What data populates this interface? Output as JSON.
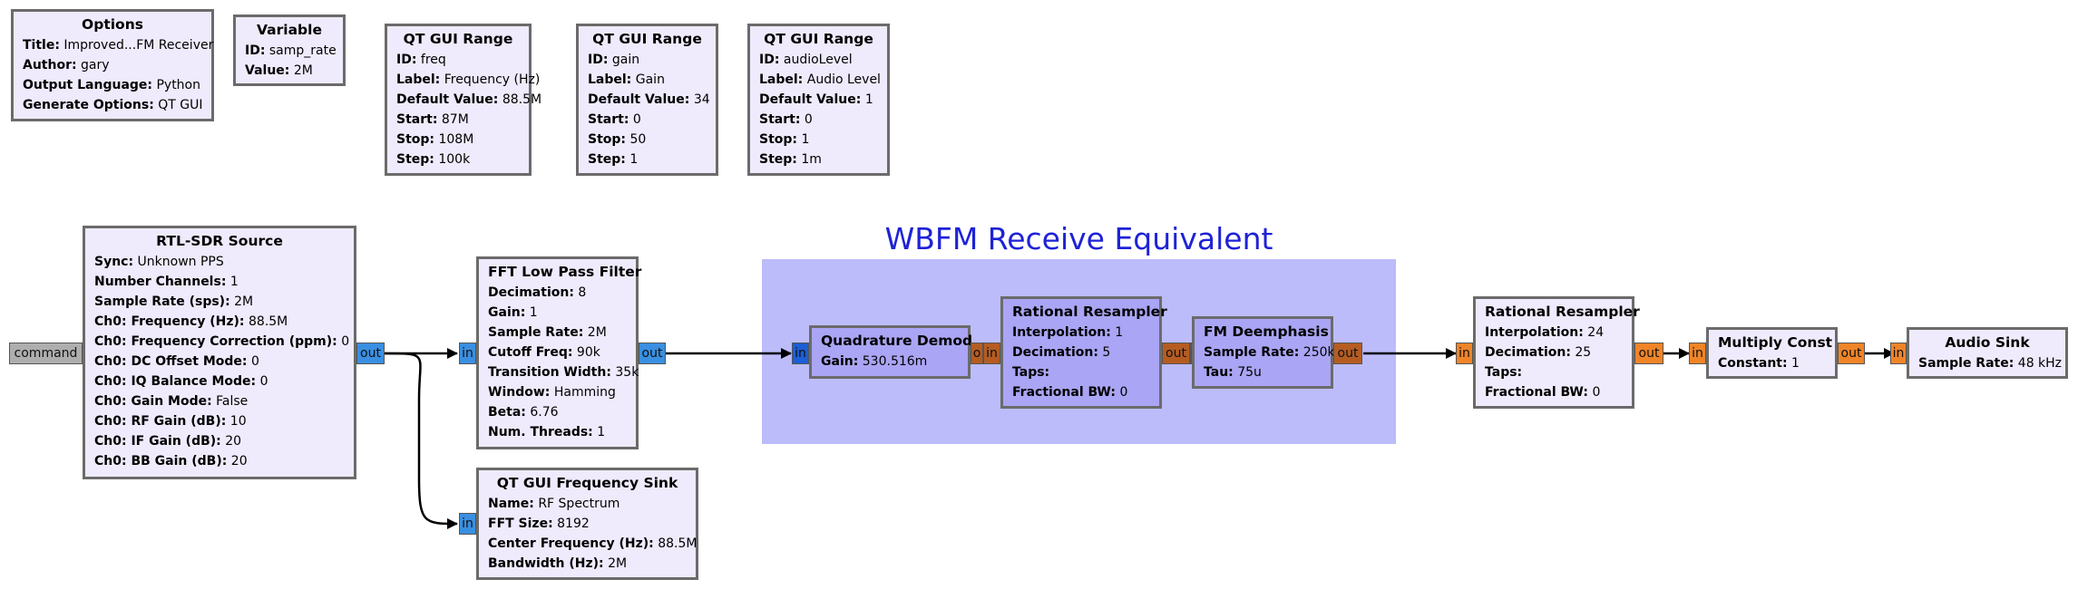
{
  "group": {
    "title": "WBFM Receive Equivalent"
  },
  "blocks": {
    "options": {
      "title": "Options",
      "rows": [
        {
          "k": "Title:",
          "v": "Improved...FM Receiver"
        },
        {
          "k": "Author:",
          "v": "gary"
        },
        {
          "k": "Output Language:",
          "v": "Python"
        },
        {
          "k": "Generate Options:",
          "v": "QT GUI"
        }
      ]
    },
    "variable": {
      "title": "Variable",
      "rows": [
        {
          "k": "ID:",
          "v": "samp_rate"
        },
        {
          "k": "Value:",
          "v": "2M"
        }
      ]
    },
    "range_freq": {
      "title": "QT GUI Range",
      "rows": [
        {
          "k": "ID:",
          "v": "freq"
        },
        {
          "k": "Label:",
          "v": "Frequency (Hz)"
        },
        {
          "k": "Default Value:",
          "v": "88.5M"
        },
        {
          "k": "Start:",
          "v": "87M"
        },
        {
          "k": "Stop:",
          "v": "108M"
        },
        {
          "k": "Step:",
          "v": "100k"
        }
      ]
    },
    "range_gain": {
      "title": "QT GUI Range",
      "rows": [
        {
          "k": "ID:",
          "v": "gain"
        },
        {
          "k": "Label:",
          "v": "Gain"
        },
        {
          "k": "Default Value:",
          "v": "34"
        },
        {
          "k": "Start:",
          "v": "0"
        },
        {
          "k": "Stop:",
          "v": "50"
        },
        {
          "k": "Step:",
          "v": "1"
        }
      ]
    },
    "range_audio": {
      "title": "QT GUI Range",
      "rows": [
        {
          "k": "ID:",
          "v": "audioLevel"
        },
        {
          "k": "Label:",
          "v": "Audio Level"
        },
        {
          "k": "Default Value:",
          "v": "1"
        },
        {
          "k": "Start:",
          "v": "0"
        },
        {
          "k": "Stop:",
          "v": "1"
        },
        {
          "k": "Step:",
          "v": "1m"
        }
      ]
    },
    "rtl": {
      "title": "RTL-SDR Source",
      "rows": [
        {
          "k": "Sync:",
          "v": "Unknown PPS"
        },
        {
          "k": "Number Channels:",
          "v": "1"
        },
        {
          "k": "Sample Rate (sps):",
          "v": "2M"
        },
        {
          "k": "Ch0: Frequency (Hz):",
          "v": "88.5M"
        },
        {
          "k": "Ch0: Frequency Correction (ppm):",
          "v": "0"
        },
        {
          "k": "Ch0: DC Offset Mode:",
          "v": "0"
        },
        {
          "k": "Ch0: IQ Balance Mode:",
          "v": "0"
        },
        {
          "k": "Ch0: Gain Mode:",
          "v": "False"
        },
        {
          "k": "Ch0: RF Gain (dB):",
          "v": "10"
        },
        {
          "k": "Ch0: IF Gain (dB):",
          "v": "20"
        },
        {
          "k": "Ch0: BB Gain (dB):",
          "v": "20"
        }
      ]
    },
    "lpf": {
      "title": "FFT Low Pass Filter",
      "rows": [
        {
          "k": "Decimation:",
          "v": "8"
        },
        {
          "k": "Gain:",
          "v": "1"
        },
        {
          "k": "Sample Rate:",
          "v": "2M"
        },
        {
          "k": "Cutoff Freq:",
          "v": "90k"
        },
        {
          "k": "Transition Width:",
          "v": "35k"
        },
        {
          "k": "Window:",
          "v": "Hamming"
        },
        {
          "k": "Beta:",
          "v": "6.76"
        },
        {
          "k": "Num. Threads:",
          "v": "1"
        }
      ]
    },
    "fsink": {
      "title": "QT GUI Frequency Sink",
      "rows": [
        {
          "k": "Name:",
          "v": "RF Spectrum"
        },
        {
          "k": "FFT Size:",
          "v": "8192"
        },
        {
          "k": "Center Frequency (Hz):",
          "v": "88.5M"
        },
        {
          "k": "Bandwidth (Hz):",
          "v": "2M"
        }
      ]
    },
    "quad": {
      "title": "Quadrature Demod",
      "rows": [
        {
          "k": "Gain:",
          "v": "530.516m"
        }
      ]
    },
    "resamp1": {
      "title": "Rational Resampler",
      "rows": [
        {
          "k": "Interpolation:",
          "v": "1"
        },
        {
          "k": "Decimation:",
          "v": "5"
        },
        {
          "k": "Taps:",
          "v": ""
        },
        {
          "k": "Fractional BW:",
          "v": "0"
        }
      ]
    },
    "deemph": {
      "title": "FM Deemphasis",
      "rows": [
        {
          "k": "Sample Rate:",
          "v": "250k"
        },
        {
          "k": "Tau:",
          "v": "75u"
        }
      ]
    },
    "resamp2": {
      "title": "Rational Resampler",
      "rows": [
        {
          "k": "Interpolation:",
          "v": "24"
        },
        {
          "k": "Decimation:",
          "v": "25"
        },
        {
          "k": "Taps:",
          "v": ""
        },
        {
          "k": "Fractional BW:",
          "v": "0"
        }
      ]
    },
    "mult": {
      "title": "Multiply Const",
      "rows": [
        {
          "k": "Constant:",
          "v": "1"
        }
      ]
    },
    "asink": {
      "title": "Audio Sink",
      "rows": [
        {
          "k": "Sample Rate:",
          "v": "48 kHz"
        }
      ]
    }
  },
  "ports": {
    "command": "command",
    "rtl_out": "out",
    "lpf_in": "in",
    "lpf_out": "out",
    "fsink_in": "in",
    "quad_in": "in",
    "quad_out": "o",
    "resamp1_in": "in",
    "resamp1_out": "out",
    "deemph_in": "in",
    "deemph_out": "out",
    "resamp2_in": "in",
    "resamp2_out": "out",
    "mult_in": "in",
    "mult_out": "out",
    "asink_in": "in"
  },
  "colors": {
    "block_fill": "#efebfc",
    "group_block_fill": "#aaa5f4",
    "group_bg": "#bcbcfa",
    "group_title": "#1e22d6",
    "port_complex": "#3a8fe1",
    "port_float": "#f08428",
    "port_message": "#aeaeae"
  }
}
